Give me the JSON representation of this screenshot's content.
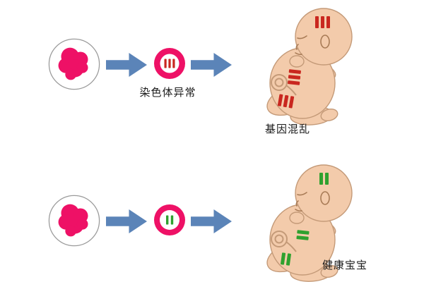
{
  "labels": {
    "abnormal_process": "染色体异常",
    "abnormal_result": "基因混乱",
    "healthy_result": "健康宝宝"
  },
  "colors": {
    "cell_magenta": "#ee1166",
    "arrow_blue": "#5b84b8",
    "abnormal_red": "#c9271f",
    "healthy_green": "#2fa12f"
  },
  "rows": [
    {
      "name": "chromosome-abnormal",
      "mark_count": 3,
      "mark_groups": 3
    },
    {
      "name": "healthy-baby",
      "mark_count": 2,
      "mark_groups": 3
    }
  ]
}
